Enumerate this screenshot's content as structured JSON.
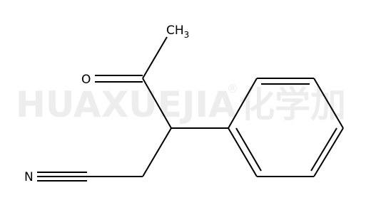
{
  "watermark": {
    "text": "HUAXUEJIA",
    "registered": "®",
    "chinese": "化学加"
  },
  "atoms": {
    "methyl": {
      "text": "CH",
      "sub": "3"
    },
    "oxygen": {
      "text": "O"
    },
    "nitrogen": {
      "text": "N"
    }
  }
}
